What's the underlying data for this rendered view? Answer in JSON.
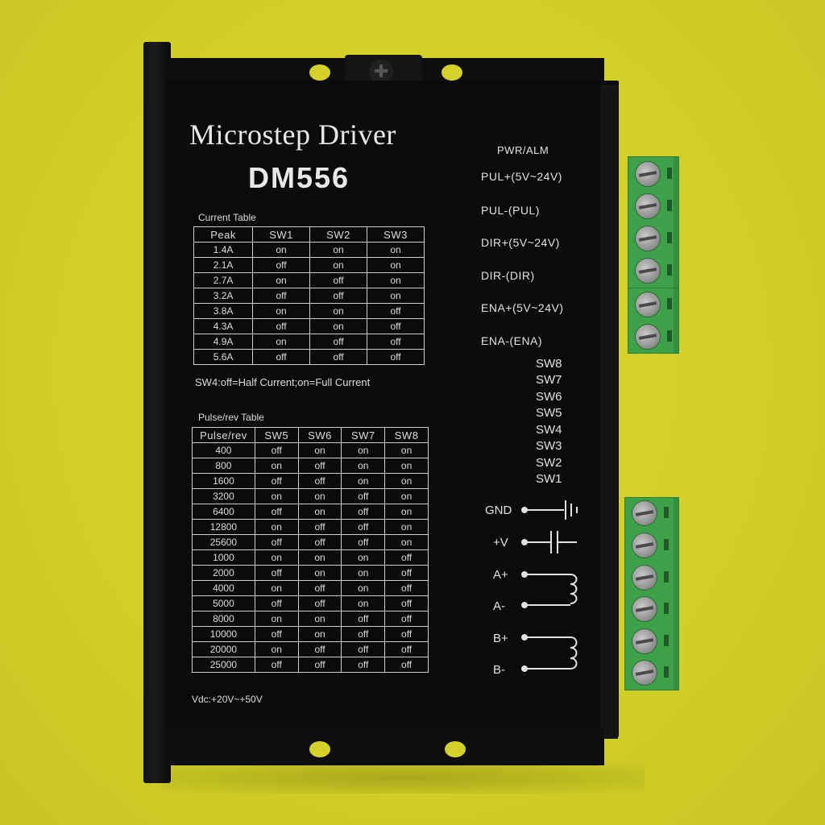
{
  "product": {
    "title": "Microstep Driver",
    "model": "DM556"
  },
  "current_table": {
    "caption": "Current Table",
    "headers": [
      "Peak",
      "SW1",
      "SW2",
      "SW3"
    ],
    "rows": [
      [
        "1.4A",
        "on",
        "on",
        "on"
      ],
      [
        "2.1A",
        "off",
        "on",
        "on"
      ],
      [
        "2.7A",
        "on",
        "off",
        "on"
      ],
      [
        "3.2A",
        "off",
        "off",
        "on"
      ],
      [
        "3.8A",
        "on",
        "on",
        "off"
      ],
      [
        "4.3A",
        "off",
        "on",
        "off"
      ],
      [
        "4.9A",
        "on",
        "off",
        "off"
      ],
      [
        "5.6A",
        "off",
        "off",
        "off"
      ]
    ],
    "note": "SW4:off=Half Current;on=Full Current"
  },
  "pulse_table": {
    "caption": "Pulse/rev Table",
    "headers": [
      "Pulse/rev",
      "SW5",
      "SW6",
      "SW7",
      "SW8"
    ],
    "rows": [
      [
        "400",
        "off",
        "on",
        "on",
        "on"
      ],
      [
        "800",
        "on",
        "off",
        "on",
        "on"
      ],
      [
        "1600",
        "off",
        "off",
        "on",
        "on"
      ],
      [
        "3200",
        "on",
        "on",
        "off",
        "on"
      ],
      [
        "6400",
        "off",
        "on",
        "off",
        "on"
      ],
      [
        "12800",
        "on",
        "off",
        "off",
        "on"
      ],
      [
        "25600",
        "off",
        "off",
        "off",
        "on"
      ],
      [
        "1000",
        "on",
        "on",
        "on",
        "off"
      ],
      [
        "2000",
        "off",
        "on",
        "on",
        "off"
      ],
      [
        "4000",
        "on",
        "off",
        "on",
        "off"
      ],
      [
        "5000",
        "off",
        "off",
        "on",
        "off"
      ],
      [
        "8000",
        "on",
        "on",
        "off",
        "off"
      ],
      [
        "10000",
        "off",
        "on",
        "off",
        "off"
      ],
      [
        "20000",
        "on",
        "off",
        "off",
        "off"
      ],
      [
        "25000",
        "off",
        "off",
        "off",
        "off"
      ]
    ],
    "vdc": "Vdc:+20V~+50V"
  },
  "signal_pins": {
    "status": "PWR/ALM",
    "labels": [
      "PUL+(5V~24V)",
      "PUL-(PUL)",
      "DIR+(5V~24V)",
      "DIR-(DIR)",
      "ENA+(5V~24V)",
      "ENA-(ENA)"
    ]
  },
  "switches": [
    "SW8",
    "SW7",
    "SW6",
    "SW5",
    "SW4",
    "SW3",
    "SW2",
    "SW1"
  ],
  "power_pins": [
    "GND",
    "+V",
    "A+",
    "A-",
    "B+",
    "B-"
  ],
  "colors": {
    "background": "#d4d22a",
    "body": "#0b0b0b",
    "terminal": "#3ea14a",
    "text": "#e2e2e2"
  }
}
